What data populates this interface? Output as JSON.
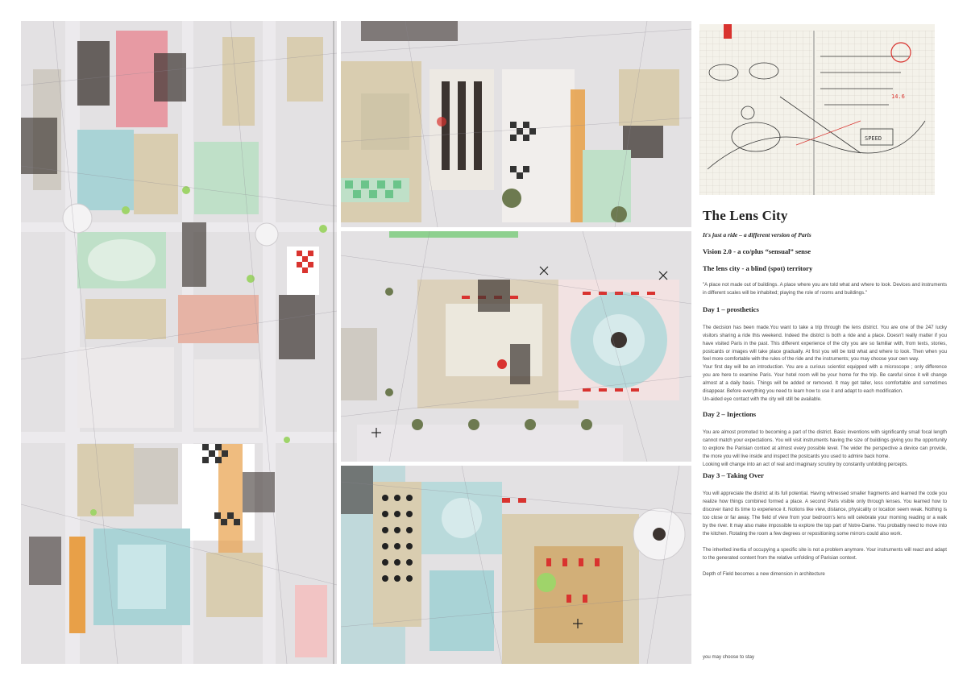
{
  "article": {
    "title": "The Lens City",
    "subtitle": "It's just a ride – a different version of Paris",
    "heading_vision": "Vision 2.0 - a co/plus “sensual” sense",
    "heading_territory": "The lens city - a blind (spot) territory",
    "quote": "\"A place not made out of buildings. A place where you are told what and where to look. Devices and instruments in different scales will be inhabited; playing the role of rooms and buildings.\"",
    "day1": {
      "heading": "Day 1 – prosthetics",
      "para1": "The decision has been made.You want to take a trip through the lens district. You are one of the 247 lucky visitors sharing a ride this weekend. Indeed the district is both a ride and a place. Doesn't really matter if you have visited Paris in the past. This different experience of the city you are so familiar with, from texts, stories, postcards or images will take place gradually. At first you will be told what and where to look. Then when you feel more comfortable with the rules of the ride and the instruments; you may choose your own way.",
      "para2": "Your first day will be an introduction. You are a curious scientist equipped with a microscope ; only difference you are here to examine Paris. Your hotel room will be your home for the trip. Be careful since it will change almost at a daily basis. Things will be added or removed. It may get taller, less comfortable and sometimes disappear. Before everything you need to learn how to use it and adapt to each modification.",
      "para3": "Un-aided eye contact with the city will still be available."
    },
    "day2": {
      "heading": "Day 2 – Injections",
      "para1": "You are almost promoted to becoming a part of the district. Basic inventions with significantly small focal length cannot match your expectations. You will visit instruments having the size of buildings giving you the opportunity to explore the Parisian context at almost every possible level. The wider the perspective a device can provide, the more you will live inside and inspect the postcards you used to admire back home.",
      "para2": "Looking will change into an act of real and imaginary scrutiny by constantly unfolding percepts."
    },
    "day3": {
      "heading": "Day 3 – Taking Over",
      "para1": "You will appreciate the district at its full potential. Having witnessed smaller fragments and learned the code you realize how things combined formed a place. A second Paris visible only through lenses. You learned how to discover itand  its time to experience it. Notions like view, distance, physicality or location seem weak. Nothing is too close or far away. The field of view from your bedroom's lens will celebrate your morning reading or a walk by the river. It may also make impossible to explore the top part of Notre-Dame. You probably need to move into the kitchen. Rotating the room a few degrees or repositioning some mirrors could also work.",
      "para2": "The inherited inertia of occupying a specific site is not a problem anymore. Your instruments will react and adapt to the generated content from the relative unfolding of Parisian context.",
      "para3": "Depth of Field becomes a new dimension in architecture"
    },
    "closing": "you may choose to stay"
  },
  "sketch_notes": {
    "speed_label": "SPEED",
    "sign_number": "14.6"
  },
  "colors": {
    "paper": "#ffffff",
    "map_ground": "#e3e1e3",
    "block_beige": "#d9cdb0",
    "block_pink": "#e79aa3",
    "block_green": "#bfe0c8",
    "block_teal": "#a9d3d6",
    "accent_orange": "#e8a048",
    "accent_red": "#d9332f",
    "dark_element": "#3c3430"
  }
}
